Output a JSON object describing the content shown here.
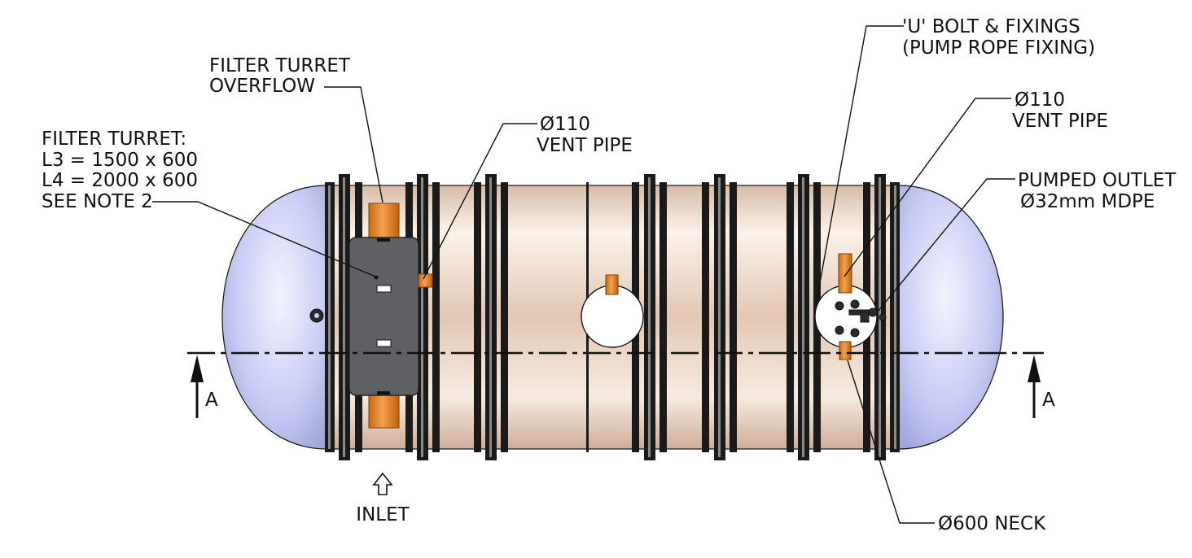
{
  "colors": {
    "dome": "#c9cdf5",
    "dome_highlight": "#f2f3ff",
    "body_light": "#fbf2ea",
    "body_mid": "#e6cdbb",
    "pipe": "#e5862c",
    "turret": "#5f6064",
    "ink": "#111111"
  },
  "labels": {
    "filter_turret_overflow": [
      "FILTER TURRET",
      "OVERFLOW"
    ],
    "filter_turret": [
      "FILTER TURRET:",
      "L3 = 1500 x 600",
      "L4 = 2000 x 600",
      "SEE NOTE 2"
    ],
    "vent_pipe_left": [
      "Ø110",
      "VENT PIPE"
    ],
    "u_bolt": [
      "'U' BOLT & FIXINGS",
      "(PUMP ROPE FIXING)"
    ],
    "vent_pipe_right": [
      "Ø110",
      "VENT PIPE"
    ],
    "pumped_outlet": [
      "PUMPED OUTLET",
      "Ø32mm MDPE"
    ],
    "neck": "Ø600 NECK",
    "inlet": "INLET",
    "section_left": "A",
    "section_right": "A"
  },
  "icons": {
    "inlet_arrow": "up-arrow-outline-icon",
    "section_arrow": "section-arrow-icon"
  }
}
